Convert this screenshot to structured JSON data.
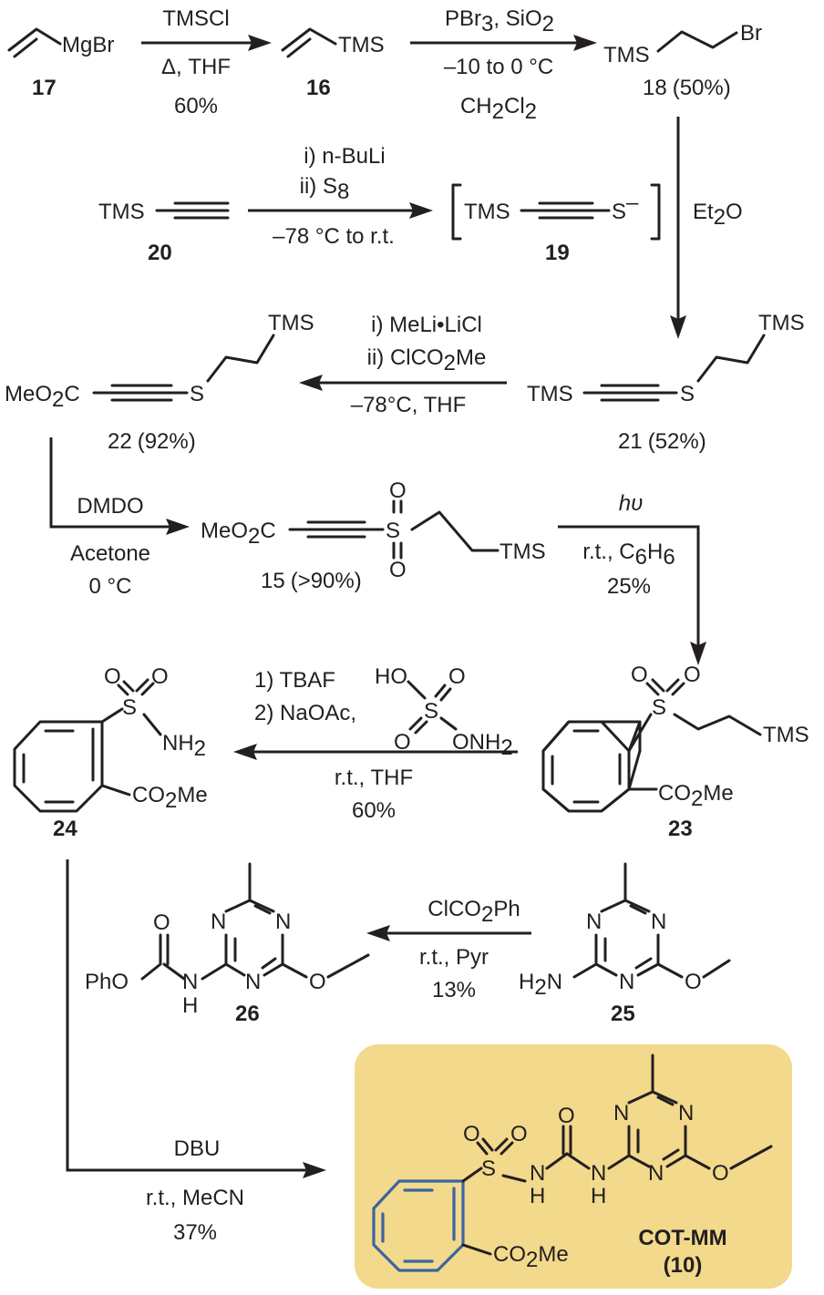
{
  "compounds": {
    "c17": {
      "label": "MgBr",
      "number": "17"
    },
    "c16": {
      "label": "TMS",
      "number": "16"
    },
    "c18": {
      "tms": "TMS",
      "br": "Br",
      "number": "18",
      "yield": "(50%)"
    },
    "c20": {
      "label": "TMS",
      "number": "20"
    },
    "c19": {
      "tms": "TMS",
      "s": "S",
      "charge": "–",
      "number": "19"
    },
    "c21": {
      "tms_left": "TMS",
      "s": "S",
      "tms_top": "TMS",
      "number": "21",
      "yield": "(52%)"
    },
    "c22": {
      "ester": "MeO",
      "ester_sub": "2",
      "ester_c": "C",
      "s": "S",
      "tms": "TMS",
      "number": "22",
      "yield": "(92%)"
    },
    "c15": {
      "ester": "MeO",
      "ester_sub": "2",
      "ester_c": "C",
      "s": "S",
      "o_top": "O",
      "o_bottom": "O",
      "tms": "TMS",
      "number": "15",
      "yield": "(>90%)"
    },
    "c23": {
      "s": "S",
      "o_left": "O",
      "o_right": "O",
      "tms": "TMS",
      "co2me_a": "CO",
      "co2me_sub": "2",
      "co2me_b": "Me",
      "number": "23"
    },
    "c24": {
      "s": "S",
      "o_left": "O",
      "o_right": "O",
      "nh2": "NH",
      "nh2_sub": "2",
      "co2me_a": "CO",
      "co2me_sub": "2",
      "co2me_b": "Me",
      "number": "24"
    },
    "c25": {
      "n1": "N",
      "n2": "N",
      "n3": "N",
      "amine": "H",
      "amine_sub": "2",
      "amine_n": "N",
      "o": "O",
      "number": "25"
    },
    "c26": {
      "phenoxy": "PhO",
      "carbonyl_o": "O",
      "nh": "N",
      "h": "H",
      "n1": "N",
      "n2": "N",
      "n3": "N",
      "o": "O",
      "number": "26"
    },
    "cotmm": {
      "s": "S",
      "o_left": "O",
      "o_right": "O",
      "nh1": "N",
      "h1": "H",
      "carbonyl_o": "O",
      "nh2": "N",
      "h2": "H",
      "n1": "N",
      "n2": "N",
      "n3": "N",
      "o": "O",
      "co2me_a": "CO",
      "co2me_sub": "2",
      "co2me_b": "Me",
      "name": "COT-MM",
      "number": "(10)"
    }
  },
  "reagents": {
    "sulfamic": {
      "ho": "HO",
      "o1": "O",
      "s": "S",
      "o2": "O",
      "o3": "O",
      "onh": "ONH",
      "onh_sub": "2"
    }
  },
  "arrows": {
    "a17_16": {
      "above": "TMSCl",
      "below1": "Δ, THF",
      "below2": "60%"
    },
    "a16_18": {
      "above_a": "PBr",
      "above_sub": "3",
      "above_b": ", SiO",
      "above_sub2": "2",
      "below1": "–10 to 0 °C",
      "below2_a": "CH",
      "below2_sub": "2",
      "below2_b": "Cl",
      "below2_sub2": "2"
    },
    "a20_19": {
      "above1_a": "i) ",
      "above1_i": "n",
      "above1_b": "-BuLi",
      "above2_a": "ii) S",
      "above2_sub": "8",
      "below": "–78 °C to r.t."
    },
    "a18_21": {
      "label_a": "Et",
      "label_sub": "2",
      "label_b": "O"
    },
    "a21_22": {
      "above1": "i) MeLi•LiCl",
      "above2_a": "ii) ClCO",
      "above2_sub": "2",
      "above2_b": "Me",
      "below": "–78°C, THF"
    },
    "a22_15": {
      "above": "DMDO",
      "below1": "Acetone",
      "below2": "0 °C"
    },
    "a15_23": {
      "above": "hυ",
      "below1_a": "r.t., C",
      "below1_sub": "6",
      "below1_b": "H",
      "below1_sub2": "6",
      "below2": "25%"
    },
    "a23_24": {
      "above1": "1) TBAF",
      "above2": "2) NaOAc,",
      "below1": "r.t., THF",
      "below2": "60%"
    },
    "a25_26": {
      "above_a": "ClCO",
      "above_sub": "2",
      "above_b": "Ph",
      "below1": "r.t., Pyr",
      "below2": "13%"
    },
    "a24_10": {
      "above": "DBU",
      "below1": "r.t., MeCN",
      "below2": "37%"
    }
  },
  "colors": {
    "highlight_box": "#f2d98b",
    "cot_ring": "#3c64a4",
    "ink": "#231f20"
  }
}
